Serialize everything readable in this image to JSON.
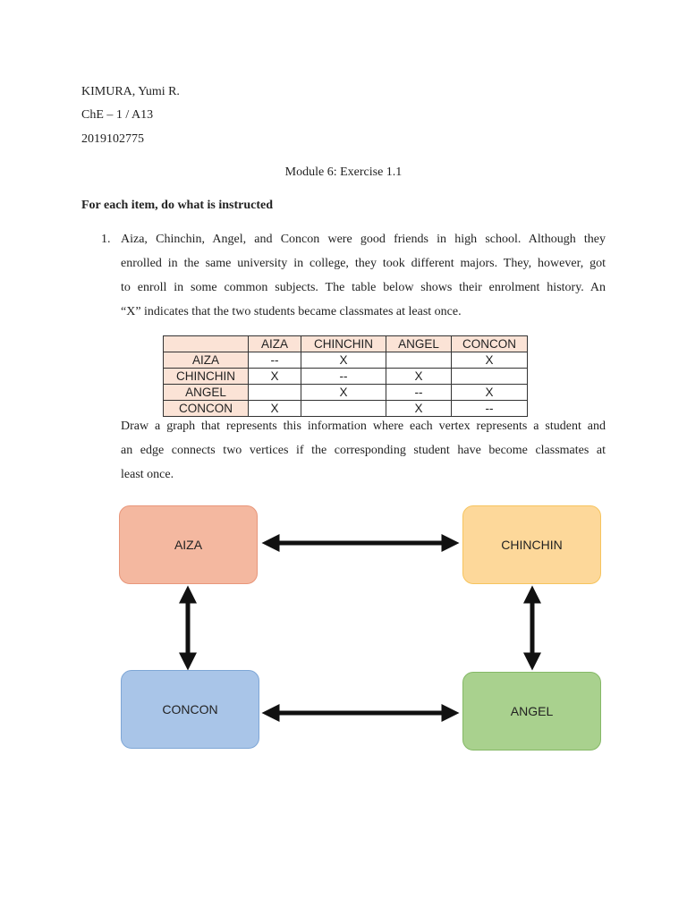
{
  "header": {
    "name": "KIMURA, Yumi R.",
    "section": "ChE – 1 / A13",
    "student_id": "2019102775",
    "title": "Module 6: Exercise 1.1"
  },
  "instruction": "For each item, do what is instructed",
  "item1": {
    "number": "1.",
    "para1_lines": [
      "Aiza, Chinchin, Angel, and Concon were good friends in high school. Although they",
      "enrolled in the same university in college, they took different majors. They, however, got",
      "to enroll in some common subjects. The table below shows their enrolment history. An",
      "“X” indicates that the two students became classmates at least once."
    ],
    "para2_lines": [
      "Draw a graph that represents this information where each vertex represents a student and",
      "an edge connects two vertices if the corresponding student have become classmates at",
      "least once."
    ]
  },
  "table": {
    "header": [
      "",
      "AIZA",
      "CHINCHIN",
      "ANGEL",
      "CONCON"
    ],
    "rows": [
      [
        "AIZA",
        "--",
        "X",
        "",
        "X"
      ],
      [
        "CHINCHIN",
        "X",
        "--",
        "X",
        ""
      ],
      [
        "ANGEL",
        "",
        "X",
        "--",
        "X"
      ],
      [
        "CONCON",
        "X",
        "",
        "X",
        "--"
      ]
    ]
  },
  "graph": {
    "nodes": {
      "aiza": {
        "label": "AIZA",
        "fill": "#f4b8a0",
        "border": "#e8967a"
      },
      "chinchin": {
        "label": "CHINCHIN",
        "fill": "#fdd89a",
        "border": "#f6c45e"
      },
      "concon": {
        "label": "CONCON",
        "fill": "#a9c5e8",
        "border": "#7ea6d6"
      },
      "angel": {
        "label": "ANGEL",
        "fill": "#a9d18e",
        "border": "#85b866"
      }
    },
    "edges": [
      [
        "AIZA",
        "CHINCHIN"
      ],
      [
        "AIZA",
        "CONCON"
      ],
      [
        "CHINCHIN",
        "ANGEL"
      ],
      [
        "CONCON",
        "ANGEL"
      ]
    ]
  }
}
